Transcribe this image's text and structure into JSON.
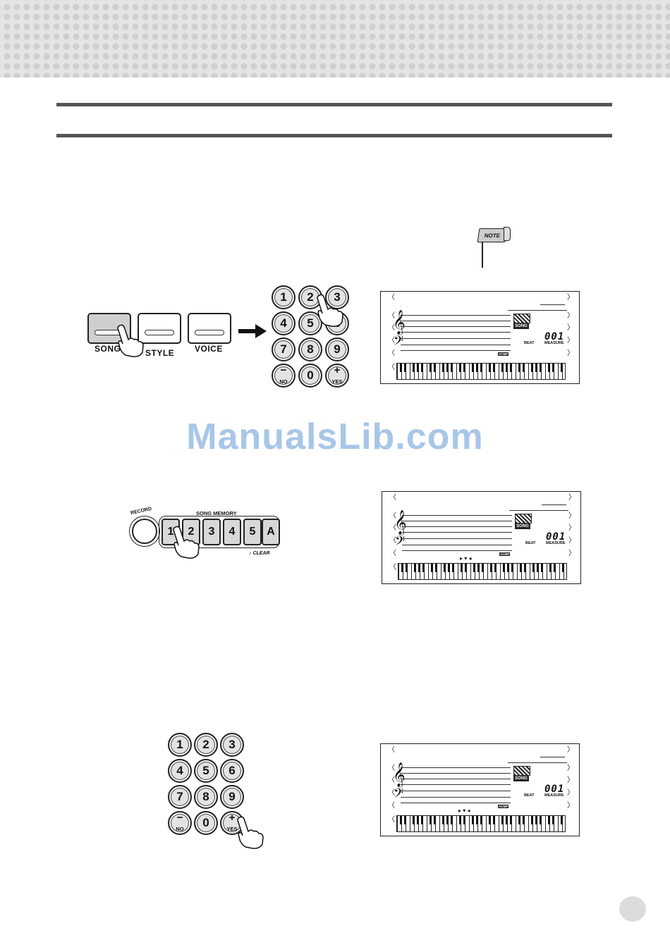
{
  "panel_buttons": {
    "song": "SONG",
    "style": "STYLE",
    "voice": "VOICE"
  },
  "keypad": {
    "keys": [
      "1",
      "2",
      "3",
      "4",
      "5",
      "6",
      "7",
      "8",
      "9"
    ],
    "zero": "0",
    "no_label": "NO",
    "no_symbol": "−",
    "yes_label": "YES",
    "yes_symbol": "+"
  },
  "note_icon": {
    "label": "NOTE"
  },
  "song_memory": {
    "record_label": "RECORD",
    "title": "SONG MEMORY",
    "buttons": [
      "1",
      "2",
      "3",
      "4",
      "5",
      "A"
    ],
    "clear_label": "CLEAR"
  },
  "lcd": {
    "song_label": "SONG",
    "measure_value": "001",
    "beat_label": "BEAT",
    "measure_label": "MEASURE",
    "acmp_label": "ACMP"
  },
  "watermark": "ManualsLib.com"
}
